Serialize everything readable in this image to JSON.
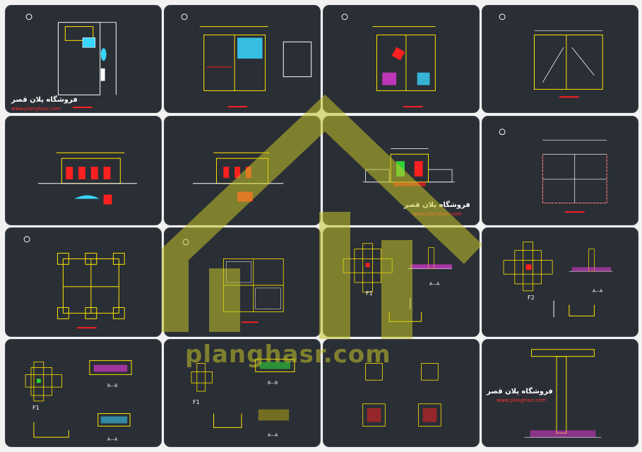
{
  "watermark": {
    "text": "planghasr.com",
    "color": "#c4c428"
  },
  "branding": {
    "persian_name": "فروشگاه پلان قصر",
    "url": "www.planghasr.com"
  },
  "labels": {
    "f1": "F1",
    "f2": "F2",
    "section_aa": "A—A",
    "section_bb": "B—B"
  },
  "colors": {
    "panel_bg": "#2a2e35",
    "page_bg": "#f2f2f2",
    "drawing_yellow": "#ffe600",
    "drawing_red": "#ff2020",
    "drawing_cyan": "#39d6ff",
    "drawing_green": "#2fd23a",
    "drawing_magenta": "#ff3cf0",
    "drawing_white": "#ffffff"
  }
}
